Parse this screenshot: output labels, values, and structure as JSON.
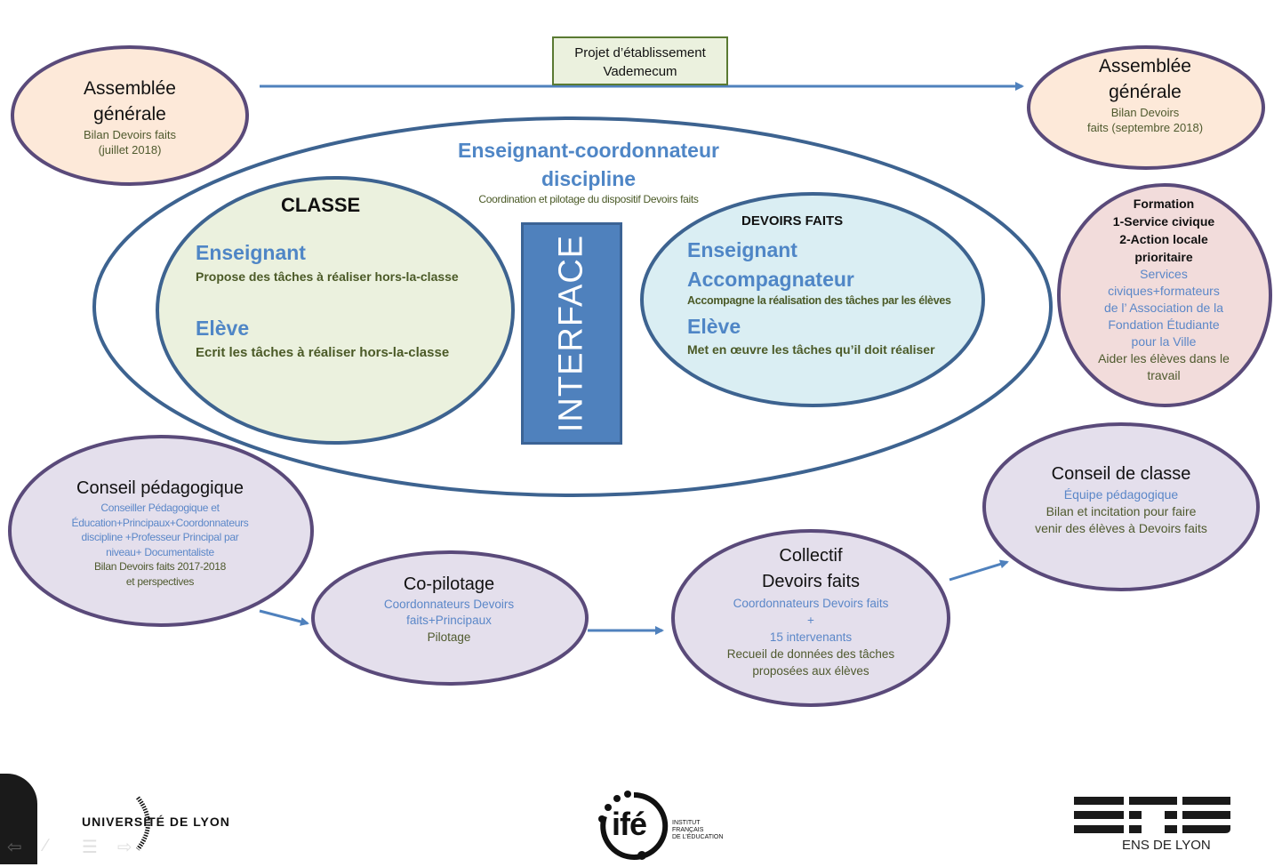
{
  "colors": {
    "accent_blue": "#4f81bd",
    "ellipse_border_purple": "#5a4a7a",
    "ellipse_border_blue": "#3d6390",
    "peach_fill": "#fde9d9",
    "lavender_fill": "#e4dfec",
    "pink_fill": "#f2dcdb",
    "green_fill": "#ebf1de",
    "lightblue_fill": "#daeef3",
    "arrow_blue": "#4f81bd"
  },
  "top_bar": {
    "project_box": {
      "line1": "Projet d’établissement",
      "line2": "Vademecum"
    }
  },
  "assemblee_left": {
    "title_line1": "Assemblée",
    "title_line2": "générale",
    "sub_line1": "Bilan Devoirs  faits",
    "sub_line2": "(juillet 2018)"
  },
  "assemblee_right": {
    "title_line1": "Assemblée",
    "title_line2": "générale",
    "sub_line1": "Bilan Devoirs",
    "sub_line2": "faits (septembre 2018)"
  },
  "coordinator": {
    "title_line1": "Enseignant-coordonnateur",
    "title_line2": "discipline",
    "subtitle": "Coordination et pilotage du dispositif Devoirs faits"
  },
  "classe": {
    "heading": "CLASSE",
    "role1": "Enseignant",
    "role1_desc": "Propose des tâches à réaliser hors-la-classe",
    "role2": "Elève",
    "role2_desc": "Ecrit les tâches à réaliser  hors-la-classe"
  },
  "interface": {
    "label": "INTERFACE"
  },
  "devoirs_faits": {
    "heading": "DEVOIRS FAITS",
    "role1_line1": "Enseignant",
    "role1_line2": "Accompagnateur",
    "role1_desc": "Accompagne la réalisation des tâches par les élèves",
    "role2": "Elève",
    "role2_desc": "Met en œuvre les tâches qu’il doit réaliser"
  },
  "formation": {
    "lines_bold": [
      "Formation",
      "1-Service civique",
      "2-Action locale",
      "prioritaire"
    ],
    "lines_blue": [
      "Services",
      "civiques+formateurs",
      "de l’ Association de la",
      "Fondation Étudiante",
      "pour la Ville"
    ],
    "lines_olive": [
      "Aider les élèves dans le",
      "travail"
    ]
  },
  "conseil_pedagogique": {
    "title": "Conseil pédagogique",
    "lines_blue": [
      "Conseiller Pédagogique et",
      "Éducation+Principaux+Coordonnateurs",
      "discipline  +Professeur Principal par",
      "niveau+ Documentaliste"
    ],
    "lines_olive": [
      "Bilan Devoirs faits 2017-2018",
      "et perspectives"
    ]
  },
  "copilotage": {
    "title": "Co-pilotage",
    "lines_blue": [
      "Coordonnateurs  Devoirs",
      "faits+Principaux"
    ],
    "lines_olive": [
      "Pilotage"
    ]
  },
  "collectif": {
    "title_line1": "Collectif",
    "title_line2": "Devoirs faits",
    "lines_blue": [
      "Coordonnateurs   Devoirs faits",
      "+",
      "15 intervenants"
    ],
    "lines_olive": [
      "Recueil de données des tâches",
      "proposées aux élèves"
    ]
  },
  "conseil_classe": {
    "title": "Conseil de classe",
    "lines_blue": [
      "Équipe pédagogique"
    ],
    "lines_olive": [
      "Bilan et incitation pour faire",
      "venir des élèves à Devoirs faits"
    ]
  },
  "footer": {
    "logo_universite": "UNIVERSITÉ DE LYON",
    "logo_ife": "ifé",
    "logo_ife_caption": [
      "INSTITUT",
      "FRANÇAIS",
      "DE L’ÉDUCATION"
    ],
    "logo_ens_caption": "ENS DE LYON"
  },
  "slide_nav": {
    "icons": [
      "back-arrow-icon",
      "pen-icon",
      "menu-icon",
      "forward-arrow-icon"
    ]
  }
}
